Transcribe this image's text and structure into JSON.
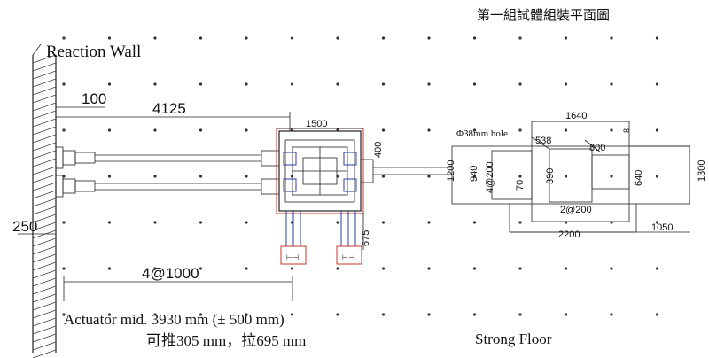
{
  "title": "第一組試體組裝平面圖",
  "labels": {
    "reaction_wall": "Reaction Wall",
    "strong_floor": "Strong Floor",
    "actuator_line1": "Actuator mid. 3930 mm (± 500 mm)",
    "actuator_line2": "可推305 mm，拉695 mm",
    "hole_note": "Φ38mm hole"
  },
  "dimensions": {
    "d100": "100",
    "d4125": "4125",
    "d250": "250",
    "d4at1000": "4@1000",
    "d1500": "1500",
    "d400": "400",
    "d675": "675",
    "d1200": "1200",
    "d940": "940",
    "d4at200": "4@200",
    "d70": "70",
    "d390": "390",
    "d538": "538",
    "d1640": "1640",
    "d800": "800",
    "d640": "640",
    "d1300": "1300",
    "d2at200": "2@200",
    "d2200": "2200",
    "d1050": "1050",
    "d8": "8"
  }
}
